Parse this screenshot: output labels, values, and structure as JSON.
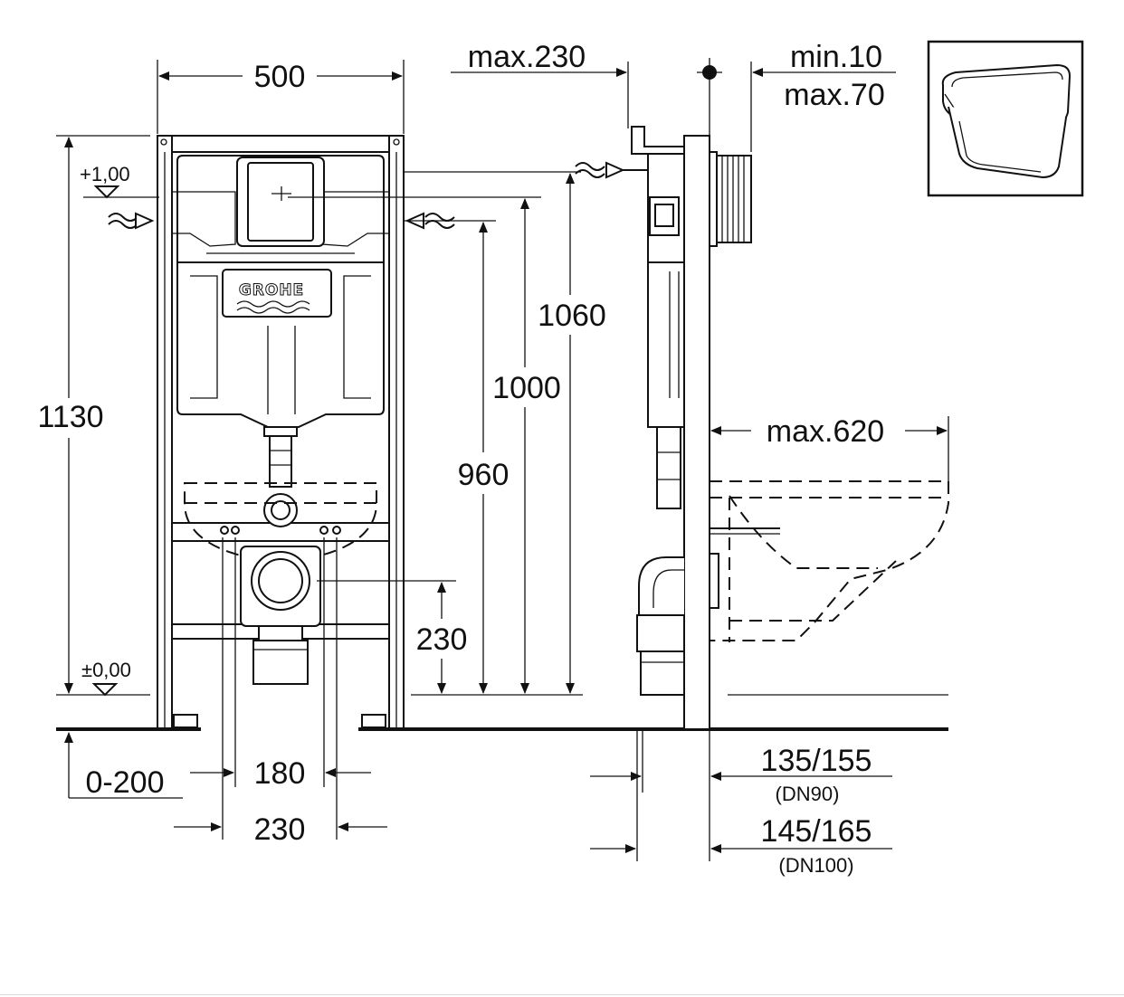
{
  "brand": {
    "logo_text": "GROHE"
  },
  "front_view": {
    "width_label": "500",
    "total_height_label": "1130",
    "level_top_label": "+1,00",
    "level_zero_label": "±0,00",
    "height_1060_label": "1060",
    "height_1000_label": "1000",
    "height_960_label": "960",
    "drain_height_label": "230",
    "floor_offset_label": "0-200",
    "inner_spacing_label": "180",
    "outer_spacing_label": "230"
  },
  "side_view": {
    "max_depth_label": "max.230",
    "wall_min_label": "min.10",
    "wall_max_label": "max.70",
    "bowl_projection_label": "max.620",
    "pipe_dn90_label": "135/155",
    "pipe_dn90_note": "(DN90)",
    "pipe_dn100_label": "145/165",
    "pipe_dn100_note": "(DN100)"
  },
  "product_thumbnail": {
    "icon": "wall-hung-toilet-icon"
  }
}
